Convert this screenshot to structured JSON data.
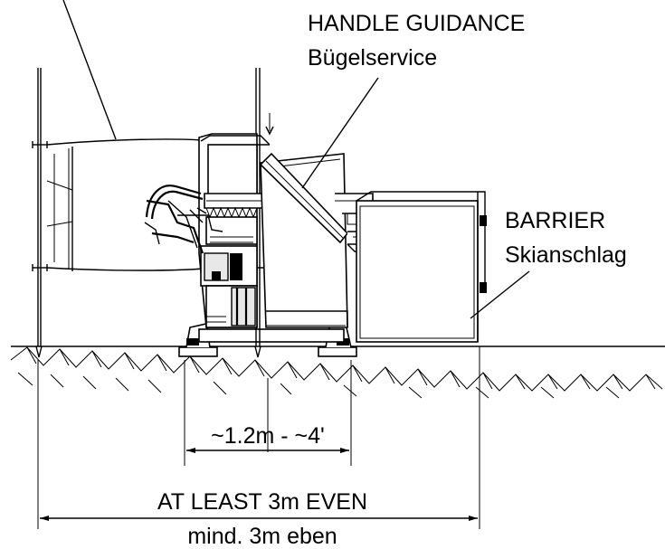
{
  "labels": {
    "handle_guidance_en": "HANDLE GUIDANCE",
    "handle_guidance_de": "Bügelservice",
    "barrier_en": "BARRIER",
    "barrier_de": "Skianschlag",
    "dim_center": "~1.2m - ~4'",
    "dim_total_en": "AT LEAST 3m EVEN",
    "dim_total_de": "mind. 3m eben"
  },
  "colors": {
    "line": "#000000",
    "background": "#ffffff",
    "fill_light": "#e8e8e8"
  }
}
